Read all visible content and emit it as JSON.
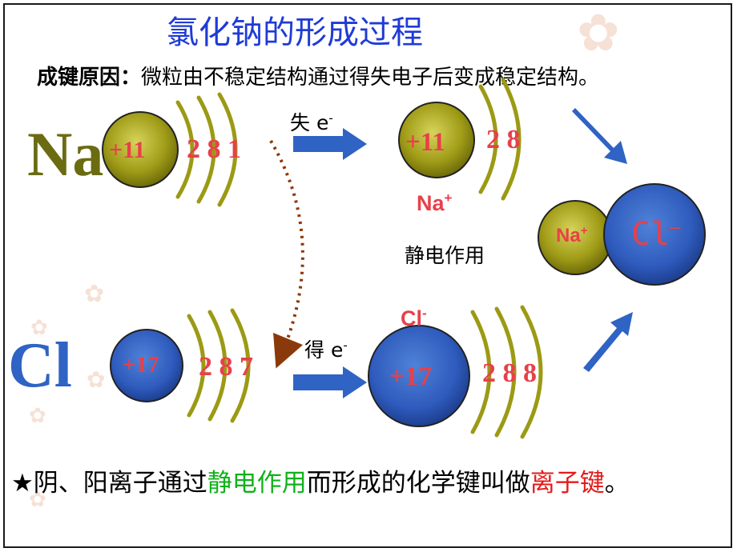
{
  "title": "氯化钠的形成过程",
  "reason": {
    "label": "成键原因：",
    "text": "微粒由不稳定结构通过得失电子后变成稳定结构。"
  },
  "na_atom": {
    "symbol": "Na",
    "nucleus": "+11",
    "shells": "2 8 1"
  },
  "na_ion": {
    "nucleus": "+11",
    "shells": "2 8",
    "label": "Na",
    "charge": "+"
  },
  "cl_atom": {
    "symbol": "Cl",
    "nucleus": "+17",
    "shells": "2 8 7"
  },
  "cl_ion": {
    "nucleus": "+17",
    "shells": "2 8 8",
    "label": "Cl",
    "charge": "-"
  },
  "lose_label": {
    "text": "失 e",
    "sup": "-"
  },
  "gain_label": {
    "text": "得 e",
    "sup": "-"
  },
  "product": {
    "na": "Na",
    "na_charge": "+",
    "cl": "Cl",
    "cl_charge": "–"
  },
  "static_label": "静电作用",
  "conclusion": {
    "prefix": "★阴、阳离子通过",
    "green": "静电作用",
    "middle": "而形成的化学键叫做",
    "red": "离子键",
    "suffix": "。"
  },
  "colors": {
    "title": "#1f3bd6",
    "na": "#9c9a14",
    "cl": "#2b55b8",
    "shell_text": "#e8404a",
    "arrow": "#2f63c4",
    "dotted": "#8a3a0a"
  }
}
